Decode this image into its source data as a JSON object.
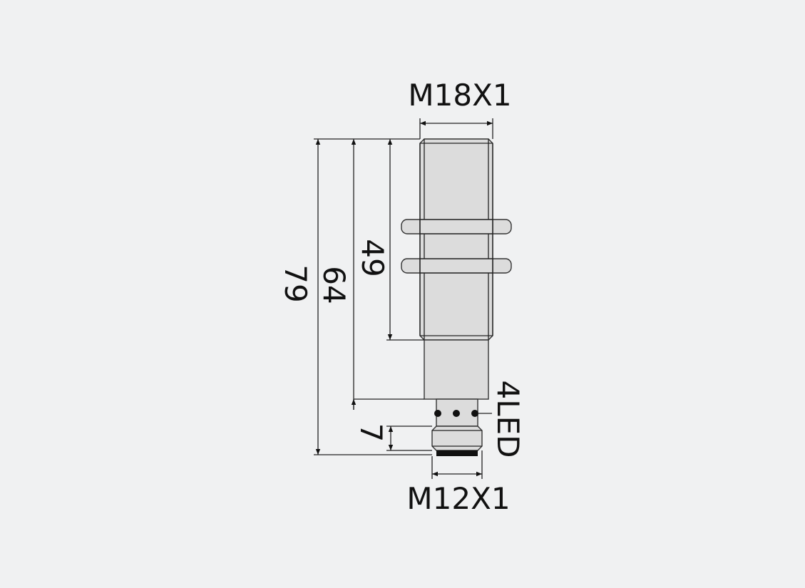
{
  "drawing": {
    "thread_top_label": "M18X1",
    "thread_bottom_label": "M12X1",
    "dim_total": "79",
    "dim_body": "64",
    "dim_thread": "49",
    "dim_connector": "7",
    "led_label": "4LED"
  },
  "colors": {
    "background": "#f0f1f2",
    "body": "#dcdcdc",
    "line": "#222222"
  }
}
